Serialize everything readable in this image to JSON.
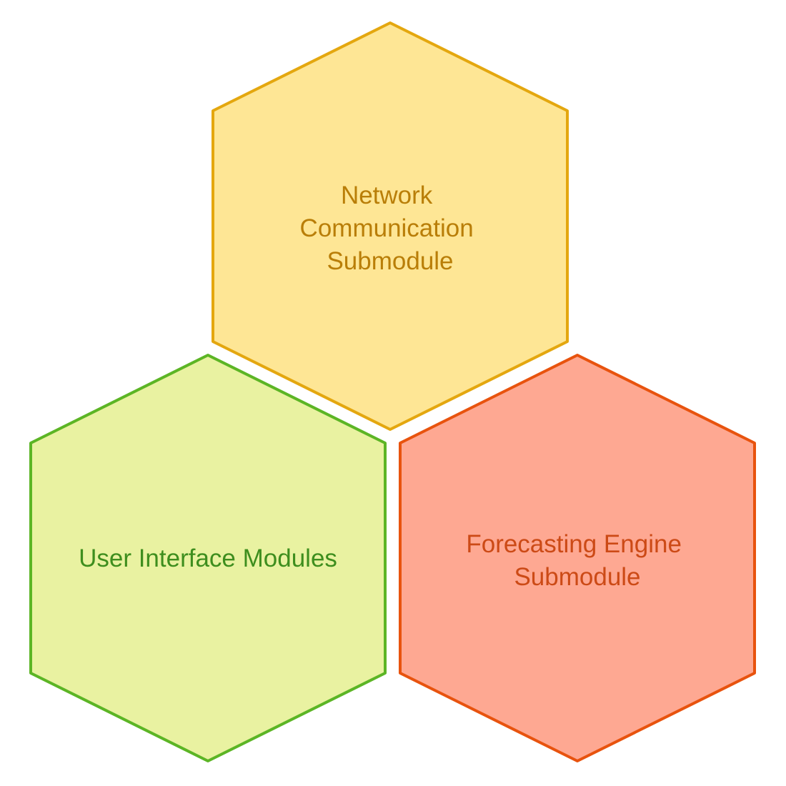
{
  "diagram": {
    "hexagons": [
      {
        "id": "network",
        "lines": [
          "Network",
          "Communication",
          "Submodule"
        ],
        "fill": "#FEE695",
        "stroke": "#E4A70F",
        "text_color": "#B97E08"
      },
      {
        "id": "ui",
        "lines": [
          "User Interface Modules"
        ],
        "fill": "#E9F2A1",
        "stroke": "#5CB525",
        "text_color": "#3E8E1E"
      },
      {
        "id": "forecast",
        "lines": [
          "Forecasting Engine",
          "Submodule"
        ],
        "fill": "#FEA892",
        "stroke": "#E8530E",
        "text_color": "#CC4A16"
      }
    ]
  }
}
